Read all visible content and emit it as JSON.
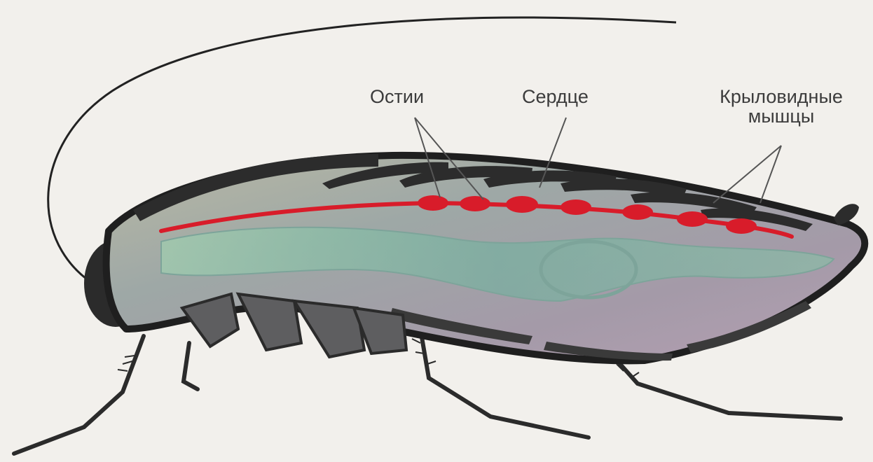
{
  "labels": {
    "ostia": "Остии",
    "heart": "Сердце",
    "alary_muscles_line1": "Крыловидные",
    "alary_muscles_line2": "мышцы"
  },
  "colors": {
    "background": "#f2f0ec",
    "exoskeleton": "#2a2a2a",
    "body_fill": "#9aa3a0",
    "gut": "#7fb7a3",
    "heart": "#d81c2a",
    "label_text": "#3c3c3c",
    "pointer_line": "#555555"
  }
}
